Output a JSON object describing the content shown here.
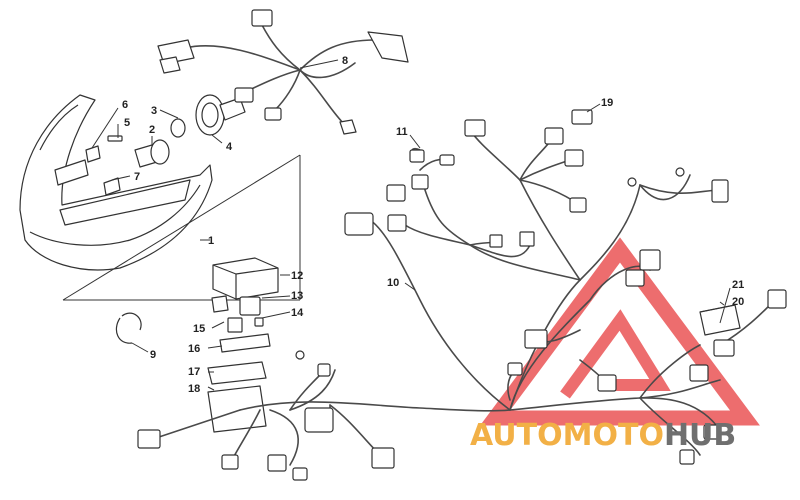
{
  "diagram": {
    "callouts": [
      "1",
      "2",
      "3",
      "4",
      "5",
      "6",
      "7",
      "8",
      "9",
      "10",
      "11",
      "12",
      "13",
      "14",
      "15",
      "16",
      "17",
      "18",
      "19",
      "20",
      "21"
    ]
  },
  "watermark": {
    "text_part1": "AUTOMOTO",
    "text_part2": "HUB",
    "color_red": "#e8484a",
    "color_orange": "#f2b046",
    "color_gray": "#6f6f6f"
  }
}
